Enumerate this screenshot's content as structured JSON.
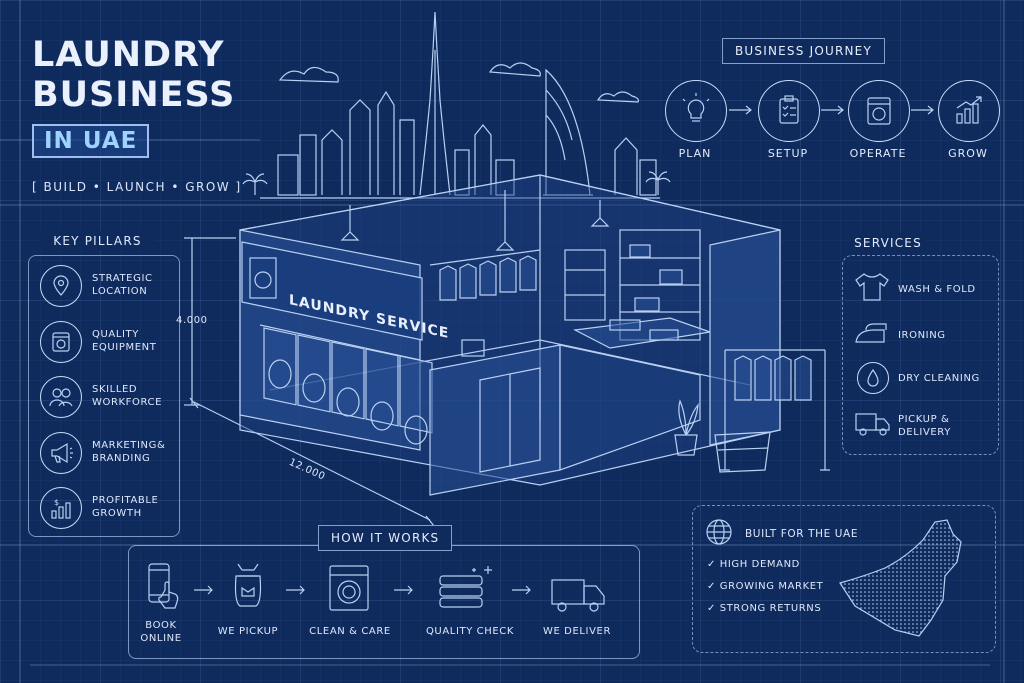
{
  "header": {
    "title_line1": "LAUNDRY",
    "title_line2": "BUSINESS",
    "location": "IN UAE",
    "tagline": "[ BUILD • LAUNCH • GROW ]"
  },
  "journey": {
    "title": "BUSINESS JOURNEY",
    "steps": [
      {
        "label": "PLAN",
        "icon": "lightbulb-icon"
      },
      {
        "label": "SETUP",
        "icon": "clipboard-icon"
      },
      {
        "label": "OPERATE",
        "icon": "washing-machine-icon"
      },
      {
        "label": "GROW",
        "icon": "growth-chart-icon"
      }
    ]
  },
  "pillars": {
    "title": "KEY PILLARS",
    "items": [
      {
        "line1": "STRATEGIC",
        "line2": "LOCATION",
        "icon": "location-pin-icon"
      },
      {
        "line1": "QUALITY",
        "line2": "EQUIPMENT",
        "icon": "washing-machine-icon"
      },
      {
        "line1": "SKILLED",
        "line2": "WORKFORCE",
        "icon": "people-icon"
      },
      {
        "line1": "MARKETING&",
        "line2": "BRANDING",
        "icon": "megaphone-icon"
      },
      {
        "line1": "PROFITABLE",
        "line2": "GROWTH",
        "icon": "profit-chart-icon"
      }
    ]
  },
  "services": {
    "title": "SERVICES",
    "items": [
      {
        "line1": "WASH & FOLD",
        "line2": "",
        "icon": "tshirt-icon"
      },
      {
        "line1": "IRONING",
        "line2": "",
        "icon": "iron-icon"
      },
      {
        "line1": "DRY CLEANING",
        "line2": "",
        "icon": "droplet-icon"
      },
      {
        "line1": "PICKUP &",
        "line2": "DELIVERY",
        "icon": "truck-icon"
      }
    ]
  },
  "store": {
    "sign": "LAUNDRY SERVICE",
    "dim_height": "4.000",
    "dim_width": "12.000"
  },
  "how_it_works": {
    "title": "HOW IT WORKS",
    "steps": [
      {
        "line1": "BOOK",
        "line2": "ONLINE",
        "icon": "phone-tap-icon"
      },
      {
        "line1": "WE PICKUP",
        "line2": "",
        "icon": "laundry-bag-icon"
      },
      {
        "line1": "CLEAN & CARE",
        "line2": "",
        "icon": "washing-machine-icon"
      },
      {
        "line1": "QUALITY CHECK",
        "line2": "",
        "icon": "folded-clothes-icon"
      },
      {
        "line1": "WE DELIVER",
        "line2": "",
        "icon": "truck-icon"
      }
    ]
  },
  "uae_box": {
    "title": "BUILT FOR THE UAE",
    "points": [
      "HIGH DEMAND",
      "GROWING MARKET",
      "STRONG RETURNS"
    ],
    "icon": "globe-icon"
  },
  "colors": {
    "background": "#0f2b5e",
    "line": "#b9d0f2",
    "accent": "#9fd3ff"
  }
}
